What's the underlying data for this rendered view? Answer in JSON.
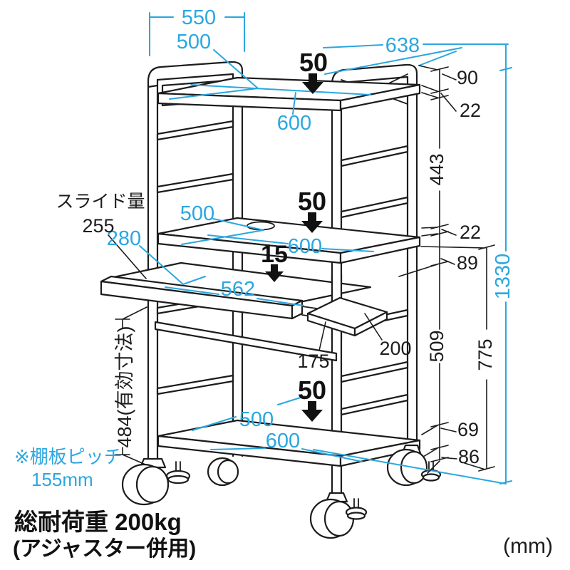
{
  "figure": {
    "unit": "(mm)",
    "footer_line1": "総耐荷重 200kg",
    "footer_line2": "(アジャスター併用)",
    "note_line1": "※棚板ピッチ",
    "note_line2": "155mm",
    "slide_label": "スライド量",
    "slide_value": "255"
  },
  "dims": {
    "d550": "550",
    "d500_top": "500",
    "d600_top": "600",
    "d638": "638",
    "d90": "90",
    "d22_top": "22",
    "d443": "443",
    "d22_mid": "22",
    "d89": "89",
    "d509": "509",
    "d775": "775",
    "d69": "69",
    "d86": "86",
    "d1330": "1330",
    "d50_top": "50",
    "d50_mid": "50",
    "d50_bottom": "50",
    "d15": "15",
    "d500_mid": "500",
    "d600_mid": "600",
    "d562": "562",
    "d280": "280",
    "d175": "175",
    "d200": "200",
    "d500_bottom": "500",
    "d600_bottom": "600",
    "d484": "484(有効寸法)"
  },
  "colors": {
    "dimension_blue": "#2AA7E0",
    "line_black": "#1C1C1C"
  }
}
